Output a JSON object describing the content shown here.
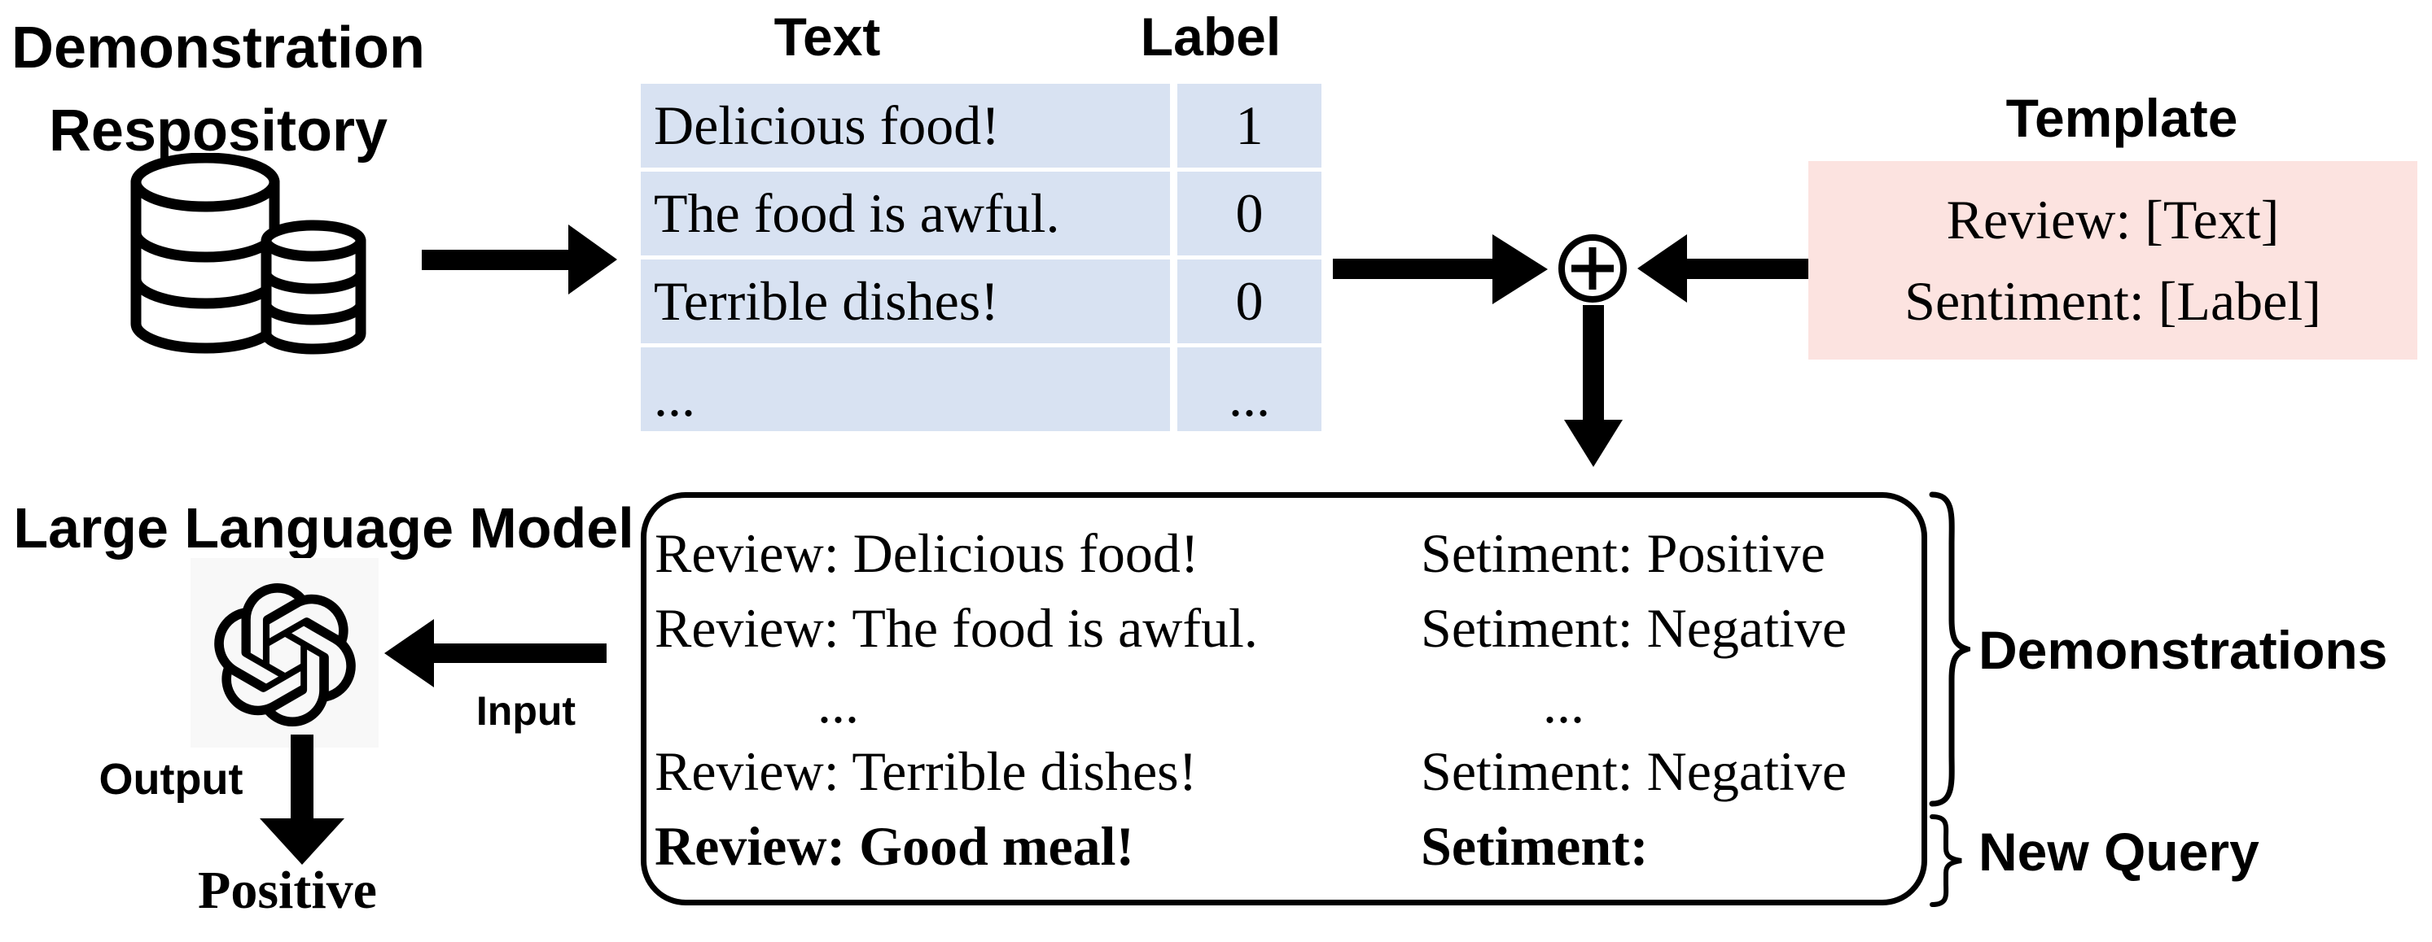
{
  "repository": {
    "title_line1": "Demonstration",
    "title_line2": "Respository"
  },
  "table": {
    "header_text": "Text",
    "header_label": "Label",
    "rows": [
      {
        "text": "Delicious food!",
        "label": "1"
      },
      {
        "text": "The food is awful.",
        "label": "0"
      },
      {
        "text": "Terrible dishes!",
        "label": "0"
      },
      {
        "text": "...",
        "label": "..."
      }
    ]
  },
  "template": {
    "title": "Template",
    "line1": "Review: [Text]",
    "line2": "Sentiment: [Label]"
  },
  "llm": {
    "title": "Large Language Model",
    "input_label": "Input",
    "output_label": "Output",
    "output_value": "Positive"
  },
  "prompt": {
    "rows": [
      {
        "left": "Review: Delicious food!",
        "right": "Setiment: Positive"
      },
      {
        "left": "Review: The food is awful.",
        "right": "Setiment: Negative"
      },
      {
        "left": "...",
        "right": "..."
      },
      {
        "left": "Review: Terrible dishes!",
        "right": "Setiment: Negative"
      },
      {
        "left": "Review: Good meal!",
        "right": "Setiment:"
      }
    ]
  },
  "annotations": {
    "demonstrations": "Demonstrations",
    "new_query": "New Query"
  },
  "icons": {
    "repository": "database-icon",
    "llm": "openai-logo-icon",
    "combine": "circle-plus-icon",
    "demonstrations_brace": "curly-brace-icon",
    "new_query_brace": "curly-brace-icon"
  },
  "colors": {
    "background": "#ffffff",
    "ink": "#000000",
    "table_cell_bg": "#d8e2f2",
    "template_bg": "#fce3e0",
    "llm_logo_bg": "#f8f8f8"
  }
}
